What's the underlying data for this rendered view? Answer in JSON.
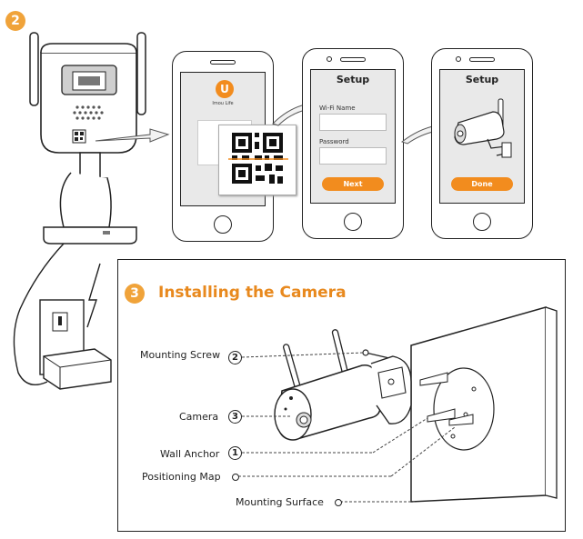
{
  "step2": {
    "number": "2"
  },
  "phone1": {
    "brand_text": "Imou Life"
  },
  "phone2": {
    "title": "Setup",
    "field1_label": "Wi-Fi Name",
    "field2_label": "Password",
    "button": "Next"
  },
  "phone3": {
    "title": "Setup",
    "button": "Done"
  },
  "step3": {
    "number": "3",
    "title": "Installing the Camera"
  },
  "callouts": [
    {
      "label": "Mounting Screw",
      "number": "2"
    },
    {
      "label": "Camera",
      "number": "3"
    },
    {
      "label": "Wall Anchor",
      "number": "1"
    },
    {
      "label": "Positioning Map",
      "number": ""
    },
    {
      "label": "Mounting Surface",
      "number": ""
    }
  ],
  "colors": {
    "accent": "#f0a33a",
    "button": "#f28c1e",
    "screen_bg": "#e9e9e9"
  }
}
